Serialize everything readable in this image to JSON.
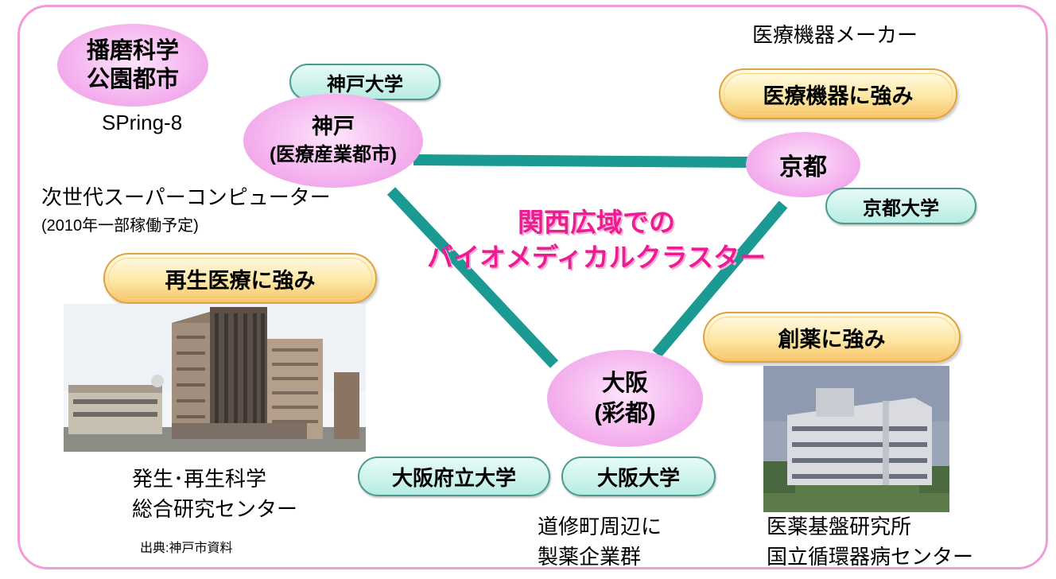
{
  "nodes": {
    "harima": {
      "line1": "播磨科学",
      "line2": "公園都市"
    },
    "kobe": {
      "line1": "神戸",
      "line2": "(医療産業都市)"
    },
    "kyoto": {
      "label": "京都"
    },
    "osaka": {
      "line1": "大阪",
      "line2": "(彩都)"
    }
  },
  "universities": {
    "kobe_univ": "神戸大学",
    "kyoto_univ": "京都大学",
    "osaka_pref_univ": "大阪府立大学",
    "osaka_univ": "大阪大学"
  },
  "strengths": {
    "medical_devices": "医療機器に強み",
    "regenerative": "再生医療に強み",
    "drug_discovery": "創薬に強み"
  },
  "labels": {
    "spring8": "SPring-8",
    "med_device_makers": "医療機器メーカー",
    "supercomputer": "次世代スーパーコンピューター",
    "supercomputer_note": "(2010年一部稼働予定)",
    "cdb_line1": "発生･再生科学",
    "cdb_line2": "総合研究センター",
    "source": "出典:神戸市資料",
    "doshomachi_line1": "道修町周辺に",
    "doshomachi_line2": "製薬企業群",
    "nibio_line1": "医薬基盤研究所",
    "nibio_line2": "国立循環器病センター"
  },
  "center": {
    "line1": "関西広域での",
    "line2": "バイオメディカルクラスター"
  },
  "colors": {
    "connector": "#1a9a93",
    "frame": "#f29bd9",
    "title": "#ee1c93"
  }
}
